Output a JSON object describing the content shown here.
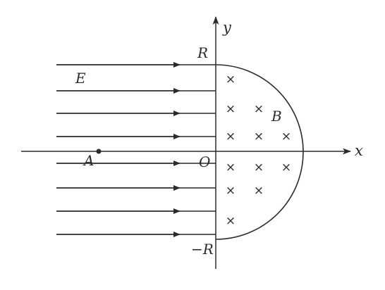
{
  "labels": {
    "y_axis": "y",
    "x_axis": "x",
    "top_radius": "R",
    "bottom_radius": "−R",
    "origin": "O",
    "point_a": "A",
    "electric_field": "E",
    "magnetic_field": "B"
  },
  "field_marker": "×",
  "field_marker_count": 12,
  "field_line_count": 8
}
